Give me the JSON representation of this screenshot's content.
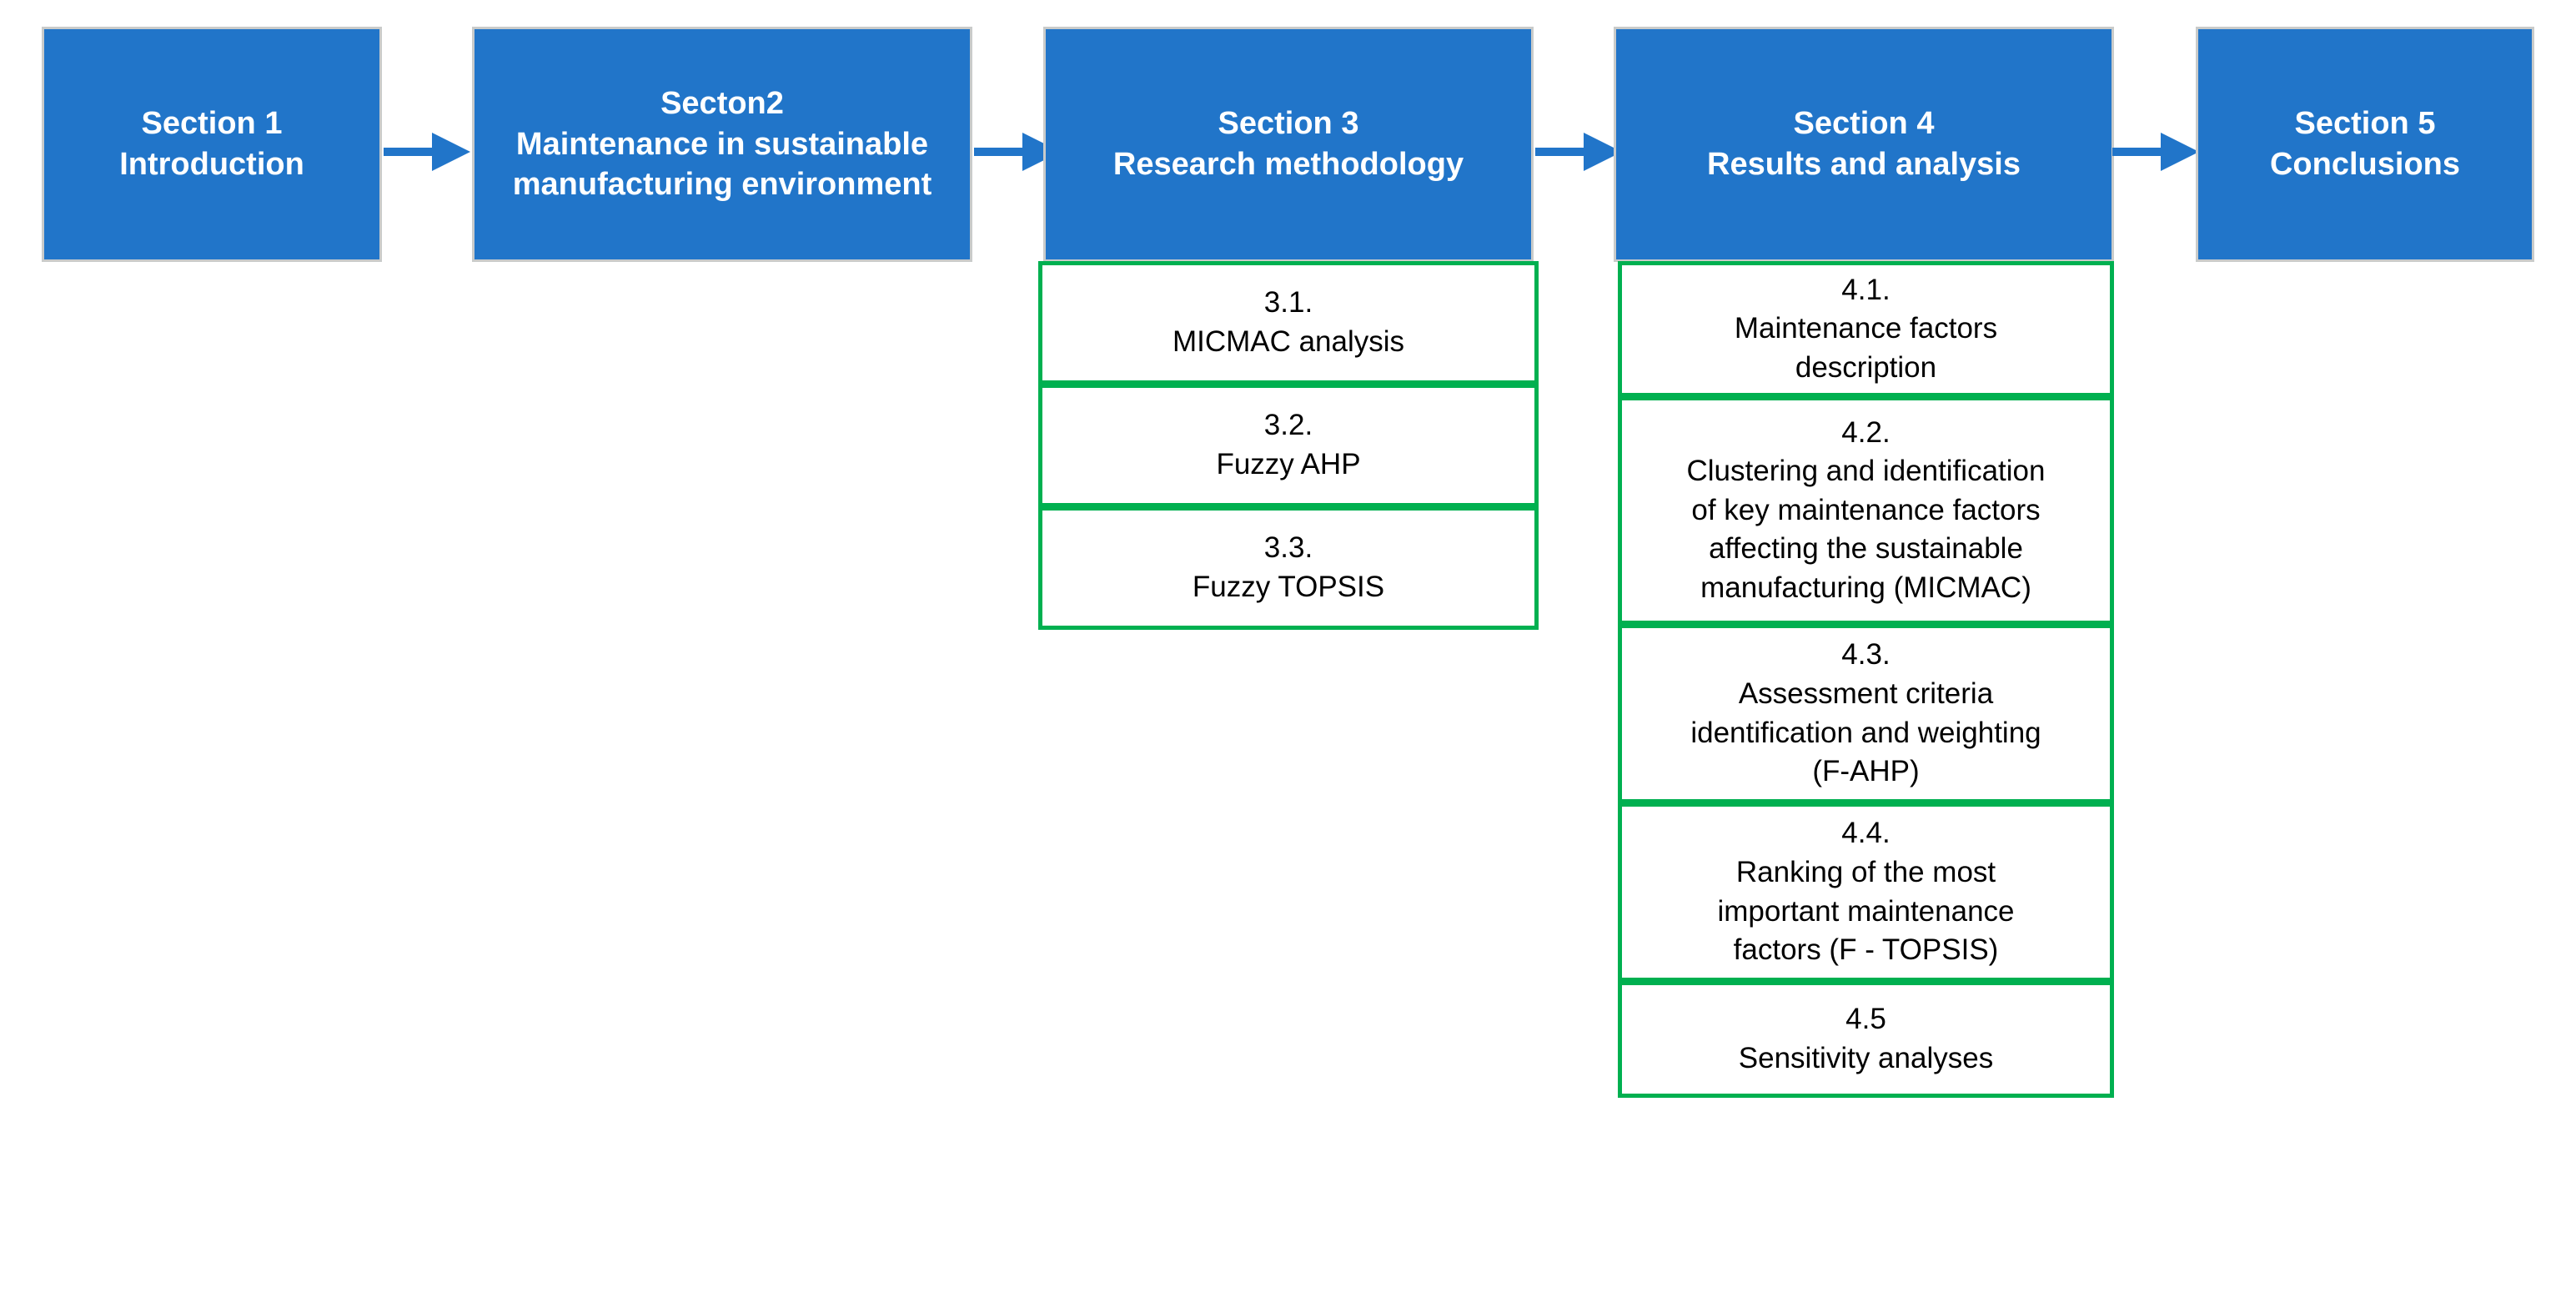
{
  "diagram": {
    "title": "Paper structure flowchart",
    "colors": {
      "section_fill": "#2175C9",
      "section_border": "#C9CBCA",
      "section_text": "#FFFFFF",
      "sub_border": "#00B050",
      "sub_fill": "#FFFFFF",
      "sub_text": "#000000",
      "arrow": "#2175C9",
      "background": "#FFFFFF"
    },
    "sections": [
      {
        "id": "section-1",
        "line1": "Section 1",
        "line2": "Introduction",
        "line3": "",
        "subsections": []
      },
      {
        "id": "section-2",
        "line1": "Secton2",
        "line2": "Maintenance in sustainable",
        "line3": "manufacturing environment",
        "subsections": []
      },
      {
        "id": "section-3",
        "line1": "Section 3",
        "line2": "Research methodology",
        "line3": "",
        "subsections": [
          {
            "number": "3.1.",
            "lines": [
              "MICMAC analysis"
            ]
          },
          {
            "number": "3.2.",
            "lines": [
              "Fuzzy AHP"
            ]
          },
          {
            "number": "3.3.",
            "lines": [
              "Fuzzy TOPSIS"
            ]
          }
        ]
      },
      {
        "id": "section-4",
        "line1": "Section 4",
        "line2": "Results and analysis",
        "line3": "",
        "subsections": [
          {
            "number": "4.1.",
            "lines": [
              "Maintenance factors",
              "description"
            ]
          },
          {
            "number": "4.2.",
            "lines": [
              "Clustering and identification",
              "of key maintenance factors",
              "affecting the sustainable",
              "manufacturing (MICMAC)"
            ]
          },
          {
            "number": "4.3.",
            "lines": [
              "Assessment criteria",
              "identification and weighting",
              "(F-AHP)"
            ]
          },
          {
            "number": "4.4.",
            "lines": [
              "Ranking of the most",
              "important maintenance",
              "factors (F - TOPSIS)"
            ]
          },
          {
            "number": "4.5",
            "lines": [
              "Sensitivity analyses"
            ]
          }
        ]
      },
      {
        "id": "section-5",
        "line1": "Section 5",
        "line2": "Conclusions",
        "line3": "",
        "subsections": []
      }
    ],
    "arrows": [
      {
        "id": "arrow-1-2",
        "from": "section-1",
        "to": "section-2"
      },
      {
        "id": "arrow-2-3",
        "from": "section-2",
        "to": "section-3"
      },
      {
        "id": "arrow-3-4",
        "from": "section-3",
        "to": "section-4"
      },
      {
        "id": "arrow-4-5",
        "from": "section-4",
        "to": "section-5"
      }
    ]
  }
}
